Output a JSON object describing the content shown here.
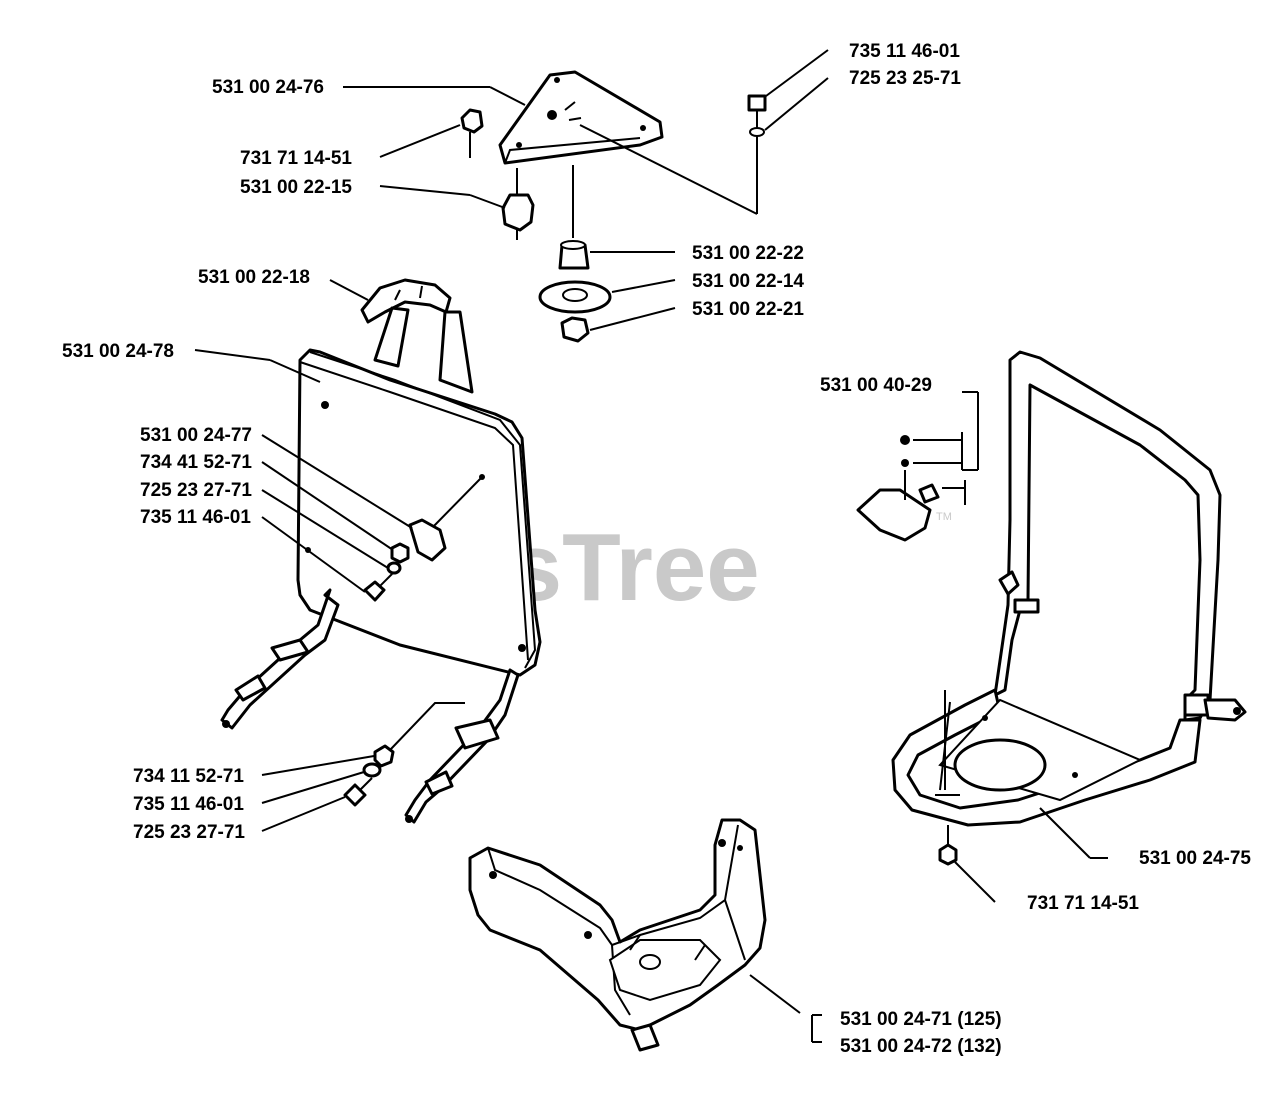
{
  "watermark": "PartsTree",
  "labels": {
    "p1": "531 00 24-76",
    "p2": "735 11 46-01",
    "p3": "725 23 25-71",
    "p4": "731 71 14-51",
    "p5": "531 00 22-15",
    "p6": "531 00 22-22",
    "p7": "531 00 22-14",
    "p8": "531 00 22-21",
    "p9": "531 00 22-18",
    "p10": "531 00 24-78",
    "p11": "531 00 40-29",
    "p12": "531 00 24-77",
    "p13": "734 41 52-71",
    "p14": "725 23 27-71",
    "p15": "735 11 46-01",
    "p16": "734 11 52-71",
    "p17": "735 11 46-01",
    "p18": "725 23 27-71",
    "p19": "531 00 24-75",
    "p20": "731 71 14-51",
    "p21": "531 00 24-71 (125)",
    "p22": "531 00 24-72 (132)"
  },
  "trademark": "TM"
}
